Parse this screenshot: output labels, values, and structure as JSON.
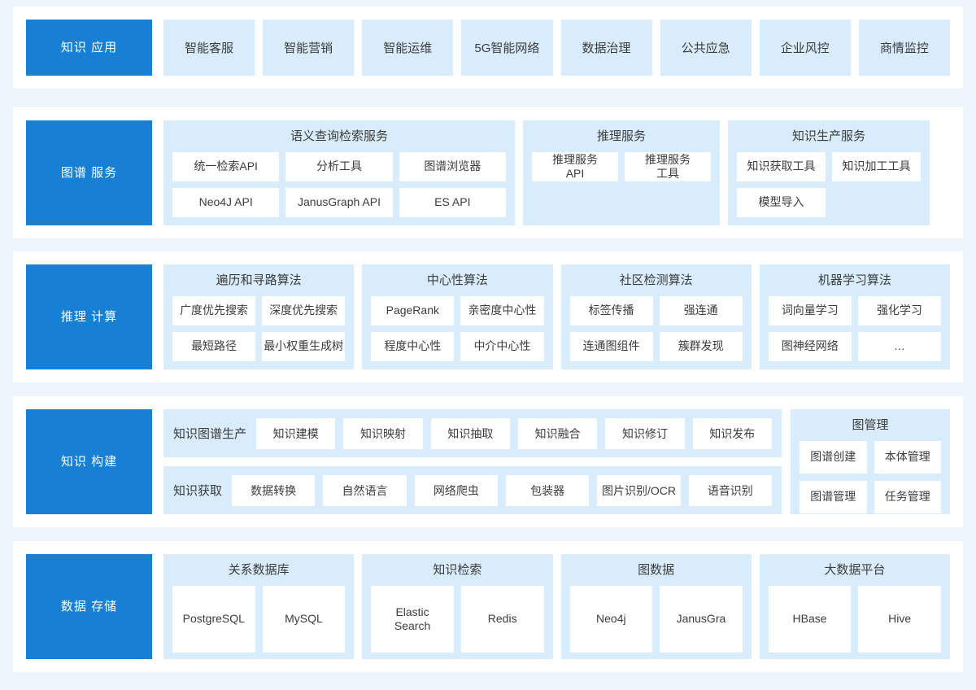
{
  "theme": {
    "page_background": "#eff5fd",
    "card_background": "#ffffff",
    "stage_blue": "#1780d4",
    "panel_blue": "#d9ecfb",
    "tile_white": "#ffffff",
    "text_color": "#3c3c3c"
  },
  "rows": [
    {
      "id": "knowledge-application",
      "stage_label": "知识\n应用",
      "tiles": [
        "智能客服",
        "智能营销",
        "智能运维",
        "5G智能网络",
        "数据治理",
        "公共应急",
        "企业风控",
        "商情监控"
      ]
    },
    {
      "id": "graph-service",
      "stage_label": "图谱\n服务",
      "groups": [
        {
          "title": "语义查询检索服务",
          "columns": 3,
          "cells": [
            "统一检索API",
            "分析工具",
            "图谱浏览器",
            "Neo4J API",
            "JanusGraph API",
            "ES API"
          ]
        },
        {
          "title": "推理服务",
          "columns": 2,
          "cells": [
            "推理服务\nAPI",
            "推理服务\n工具"
          ]
        },
        {
          "title": "知识生产服务",
          "columns": 2,
          "cells": [
            "知识获取工具",
            "知识加工工具",
            "模型导入",
            ""
          ]
        }
      ]
    },
    {
      "id": "reasoning-compute",
      "stage_label": "推理\n计算",
      "groups": [
        {
          "title": "遍历和寻路算法",
          "columns": 2,
          "cells": [
            "广度优先搜索",
            "深度优先搜索",
            "最短路径",
            "最小权重生成树"
          ]
        },
        {
          "title": "中心性算法",
          "columns": 2,
          "cells": [
            "PageRank",
            "亲密度中心性",
            "程度中心性",
            "中介中心性"
          ]
        },
        {
          "title": "社区检测算法",
          "columns": 2,
          "cells": [
            "标签传播",
            "强连通",
            "连通图组件",
            "簇群发现"
          ]
        },
        {
          "title": "机器学习算法",
          "columns": 2,
          "cells": [
            "词向量学习",
            "强化学习",
            "图神经网络",
            "…"
          ]
        }
      ]
    },
    {
      "id": "knowledge-construction",
      "stage_label": "知识\n构建",
      "strips": [
        {
          "label": "知识图谱生产",
          "cells": [
            "知识建模",
            "知识映射",
            "知识抽取",
            "知识融合",
            "知识修订",
            "知识发布"
          ]
        },
        {
          "label": "知识获取",
          "cells": [
            "数据转换",
            "自然语言",
            "网络爬虫",
            "包装器",
            "图片识别/OCR",
            "语音识别"
          ]
        }
      ],
      "side_group": {
        "title": "图管理",
        "columns": 2,
        "cells": [
          "图谱创建",
          "本体管理",
          "图谱管理",
          "任务管理"
        ]
      }
    },
    {
      "id": "data-storage",
      "stage_label": "数据\n存储",
      "groups": [
        {
          "title": "关系数据库",
          "columns": 2,
          "cells": [
            "PostgreSQL",
            "MySQL"
          ]
        },
        {
          "title": "知识检索",
          "columns": 2,
          "cells": [
            "Elastic\nSearch",
            "Redis"
          ]
        },
        {
          "title": "图数据",
          "columns": 2,
          "cells": [
            "Neo4j",
            "JanusGra"
          ]
        },
        {
          "title": "大数据平台",
          "columns": 2,
          "cells": [
            "HBase",
            "Hive"
          ]
        }
      ]
    }
  ]
}
